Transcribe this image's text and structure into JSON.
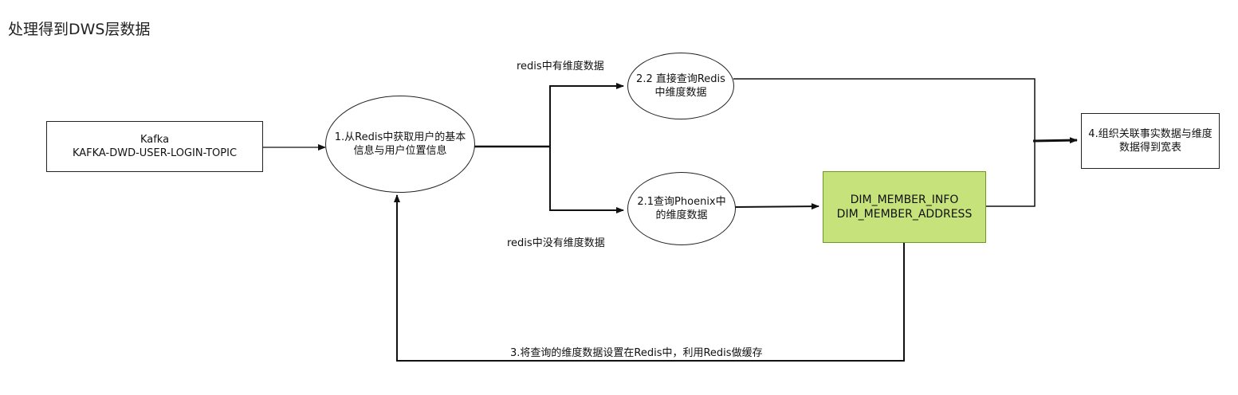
{
  "title": "处理得到DWS层数据",
  "nodes": {
    "kafka": "Kafka\nKAFKA-DWD-USER-LOGIN-TOPIC",
    "step1": "1.从Redis中获取用户的基本信息与用户位置信息",
    "step22": "2.2 直接查询Redis\n中维度数据",
    "step21": "2.1查询Phoenix中\n的维度数据",
    "dim_tables": "DIM_MEMBER_INFO\nDIM_MEMBER_ADDRESS",
    "step4": "4.组织关联事实数据与维度数据得到宽表"
  },
  "edge_labels": {
    "redis_has": "redis中有维度数据",
    "redis_missing": "redis中没有维度数据",
    "cache_back": "3.将查询的维度数据设置在Redis中，利用Redis做缓存"
  },
  "colors": {
    "dim_fill": "#c6e27a",
    "line": "#111111"
  }
}
